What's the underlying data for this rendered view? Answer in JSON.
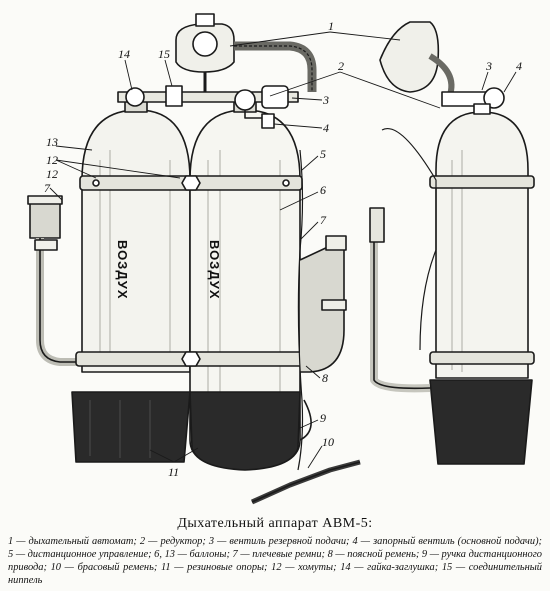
{
  "figure": {
    "title": "Дыхательный аппарат АВМ-5:",
    "legend": "1 — дыхательный автомат; 2 — редуктор; 3 — вентиль резервной подачи; 4 — запорный вентиль (основной подачи); 5 — дистанционное управление; 6, 13 — баллоны; 7 — плечевые ремни; 8 — поясной ремень; 9 — ручка дистанционного привода; 10 — брасовый ремень; 11 — резиновые опоры; 12 — хомуты; 14 — гайка-заглушка; 15 — соединительный ниппель",
    "stencils": [
      "ВОЗДУХ",
      "ВОЗДУХ"
    ],
    "callouts": [
      "1",
      "2",
      "3",
      "4",
      "5",
      "6",
      "7",
      "8",
      "9",
      "10",
      "11",
      "12",
      "13",
      "14",
      "15",
      "7",
      "12",
      "3",
      "4"
    ]
  }
}
